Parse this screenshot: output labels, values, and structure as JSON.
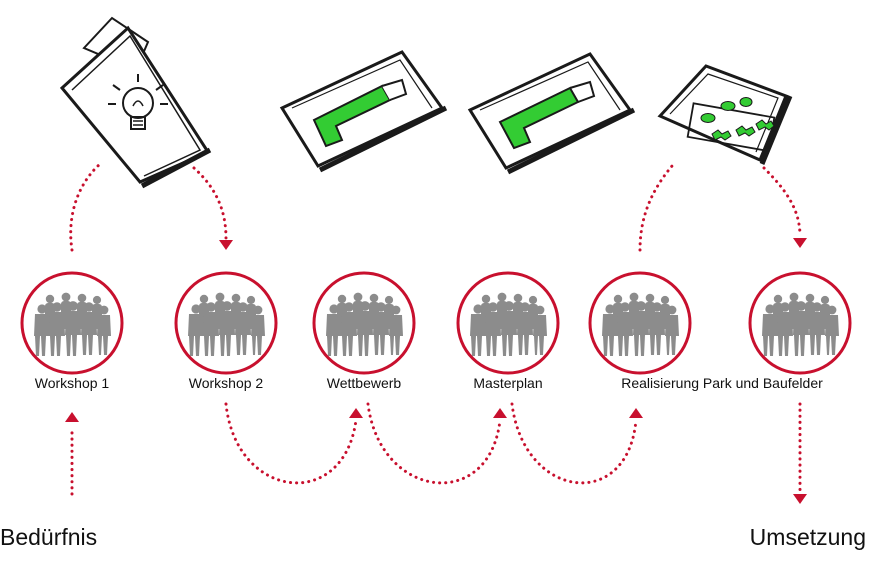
{
  "stages": [
    {
      "id": "workshop-1",
      "label": "Workshop 1"
    },
    {
      "id": "workshop-2",
      "label": "Workshop 2"
    },
    {
      "id": "wettbewerb",
      "label": "Wettbewerb"
    },
    {
      "id": "masterplan",
      "label": "Masterplan"
    },
    {
      "id": "realisierung",
      "label": "Realisierung Park und Baufelder"
    },
    {
      "id": "umsetzung-stage",
      "label": ""
    }
  ],
  "start_label": "Bedürfnis",
  "end_label": "Umsetzung",
  "colors": {
    "accent": "#c8102e",
    "people": "#8c8c8c",
    "plan_green": "#33cc33",
    "sketch_line": "#1a1a1a"
  },
  "icons": [
    "idea-sheet-icon",
    "plan-sheet-icon",
    "plan-sheet-icon",
    "park-plan-sheet-icon",
    "people-group-icon"
  ]
}
